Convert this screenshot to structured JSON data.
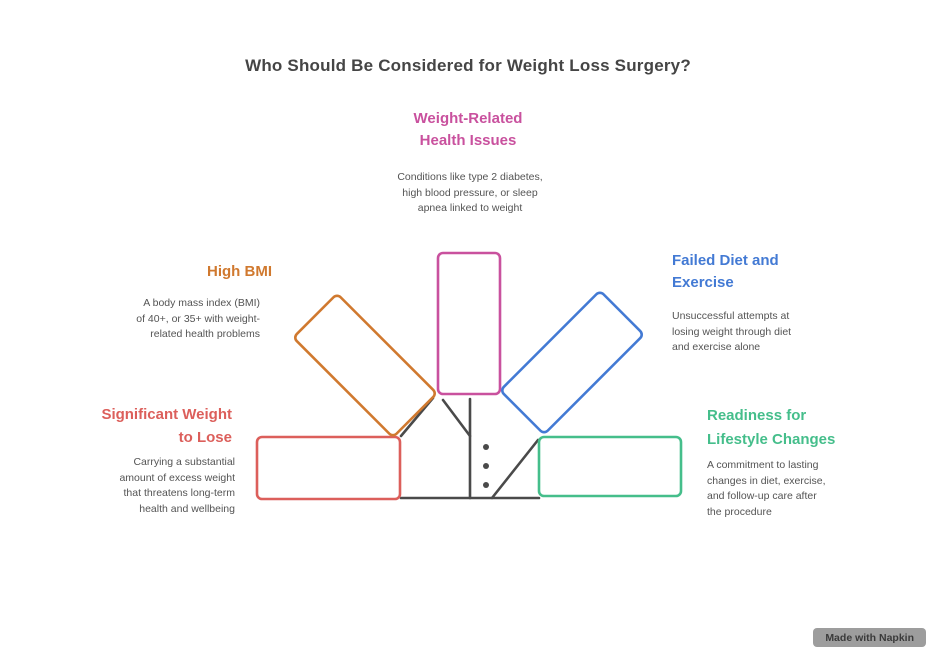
{
  "title": "Who Should Be Considered for Weight Loss Surgery?",
  "graphic": "hand-fan-diagram",
  "palm_color": "#4a4a4a",
  "criteria": {
    "weight_related_health_issues": {
      "label": "Weight-Related Health Issues",
      "label_lines": [
        "Weight-Related",
        "Health Issues"
      ],
      "color": "#c9519e",
      "description_lines": [
        "Conditions like type 2 diabetes,",
        "high blood pressure, or sleep",
        "apnea linked to weight"
      ]
    },
    "high_bmi": {
      "label": "High BMI",
      "color": "#d0792f",
      "description_lines": [
        "A body mass index (BMI)",
        "of 40+, or 35+ with weight-",
        "related health problems"
      ]
    },
    "failed_diet_and_exercise": {
      "label": "Failed Diet and Exercise",
      "label_lines": [
        "Failed Diet and",
        "Exercise"
      ],
      "color": "#437ad4",
      "description_lines": [
        "Unsuccessful attempts at",
        "losing weight through diet",
        "and exercise alone"
      ]
    },
    "significant_weight_to_lose": {
      "label": "Significant Weight to Lose",
      "label_lines": [
        "Significant Weight",
        "to Lose"
      ],
      "color": "#dc5f5b",
      "description_lines": [
        "Carrying a substantial",
        "amount of excess weight",
        "that threatens long-term",
        "health and wellbeing"
      ]
    },
    "readiness_for_lifestyle_changes": {
      "label": "Readiness for Lifestyle Changes",
      "label_lines": [
        "Readiness for",
        "Lifestyle Changes"
      ],
      "color": "#45be8b",
      "description_lines": [
        "A commitment to lasting",
        "changes in diet, exercise,",
        "and follow-up care after",
        "the procedure"
      ]
    }
  },
  "watermark": {
    "label": "Made with Napkin"
  }
}
